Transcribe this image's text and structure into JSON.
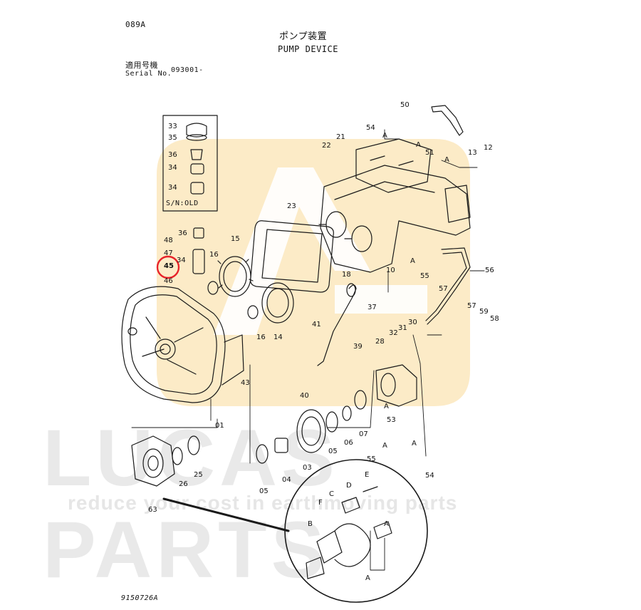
{
  "header": {
    "page_code": "089A",
    "title_jp": "ポンプ装置",
    "title_en": "PUMP DEVICE",
    "serial_label_jp": "適用号機",
    "serial_label_en": "Serial No.",
    "serial_value": "093001-"
  },
  "inset": {
    "label": "S/N:OLD"
  },
  "footer": {
    "drawing_number": "9150726A"
  },
  "watermark": {
    "brand": "LUCAS PARTS",
    "tagline": "reduce your cost in earthmoving parts"
  },
  "highlight": {
    "part": "45",
    "color": "#e8232a"
  },
  "colors": {
    "watermark_logo": "#fbe7bd",
    "line": "#1a1a1a"
  },
  "callouts": [
    "50",
    "54",
    "A",
    "21",
    "22",
    "51",
    "A",
    "13",
    "12",
    "A",
    "33",
    "35",
    "36",
    "34",
    "34",
    "23",
    "36",
    "48",
    "47",
    "45",
    "46",
    "34",
    "16",
    "15",
    "18",
    "10",
    "A",
    "55",
    "56",
    "57",
    "57",
    "59",
    "58",
    "37",
    "41",
    "39",
    "32",
    "31",
    "30",
    "28",
    "16",
    "14",
    "43",
    "40",
    "A",
    "A",
    "53",
    "55",
    "A",
    "54",
    "07",
    "06",
    "05",
    "03",
    "04",
    "05",
    "01",
    "26",
    "25",
    "63",
    "E",
    "D",
    "C",
    "F",
    "B",
    "A",
    "A"
  ]
}
